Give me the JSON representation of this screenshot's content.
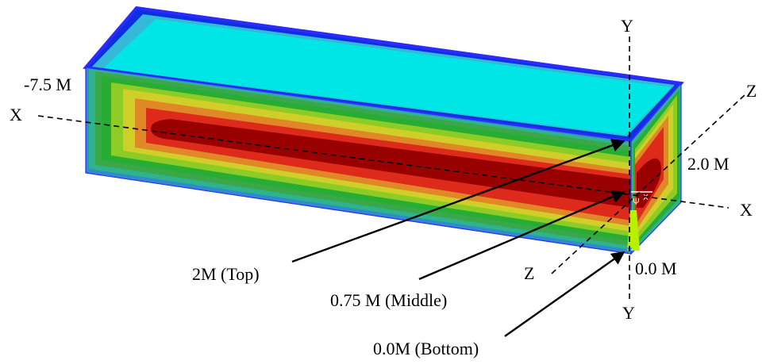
{
  "axes": {
    "y_top": "Y",
    "y_bottom": "Y",
    "x_left": "X",
    "x_right": "X",
    "z_top": "Z",
    "z_bottom": "Z"
  },
  "positions": {
    "left_end": "-7.5 M",
    "right_top": "2.0 M",
    "right_bottom": "0.0 M"
  },
  "annotations": {
    "top": "2M (Top)",
    "middle": "0.75 M (Middle)",
    "bottom": "0.0M (Bottom)"
  },
  "colors": {
    "top_face": "#00e5e5",
    "edge": "#2b2bff",
    "deep_blue": "#0a3cd8",
    "cyan": "#35b9d9",
    "teal": "#2fb38f",
    "green": "#27ad34",
    "lime": "#8ccc25",
    "yellow": "#d0cf2a",
    "orange": "#e08828",
    "red": "#dd2a1a",
    "dark_red": "#990000"
  }
}
